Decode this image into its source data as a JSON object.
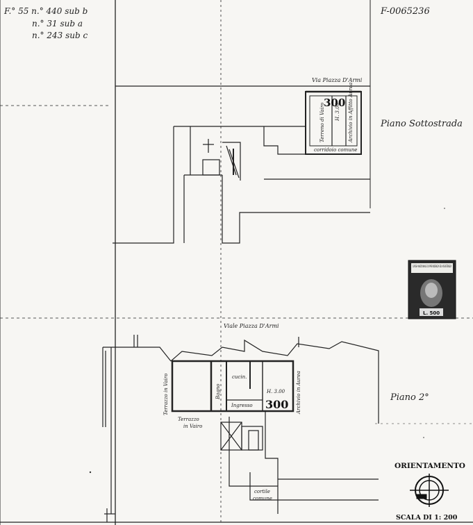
{
  "cadastral_refs": {
    "line1": "F.° 55 n.° 440 sub b",
    "line2": "n.° 31 sub a",
    "line3": "n.° 243 sub c"
  },
  "document_code": "F-0065236",
  "basement": {
    "street": "Via Piazza D'Armi",
    "title": "Piano Sottostrada",
    "room_label": "Terreno di Vairo",
    "room_number": "300",
    "height": "H. 3.00",
    "archive_label": "Archivio in Affitto Aurea",
    "corridor": "corridoio comune"
  },
  "second_floor": {
    "street": "Viale Piazza D'Armi",
    "title": "Piano 2°",
    "terrace_side": "Terrazzo in Vairo",
    "terrace_bottom_1": "Terrazzo",
    "terrace_bottom_2": "in Vairo",
    "bathroom": "Bagno",
    "kitchen": "cucin.",
    "entrance": "Ingresso",
    "room_number": "300",
    "height": "H. 3.00",
    "archive_label": "Archivio in Aurea",
    "courtyard_1": "cortile",
    "courtyard_2": "comune"
  },
  "orientation": {
    "label": "ORIENTAMENTO"
  },
  "scale": {
    "label": "SCALA DI 1: 200"
  },
  "stamp": {
    "text": "CASSA NAZIONALE DI PREVIDENZA ED ASSISTENZA",
    "value": "L. 500"
  }
}
